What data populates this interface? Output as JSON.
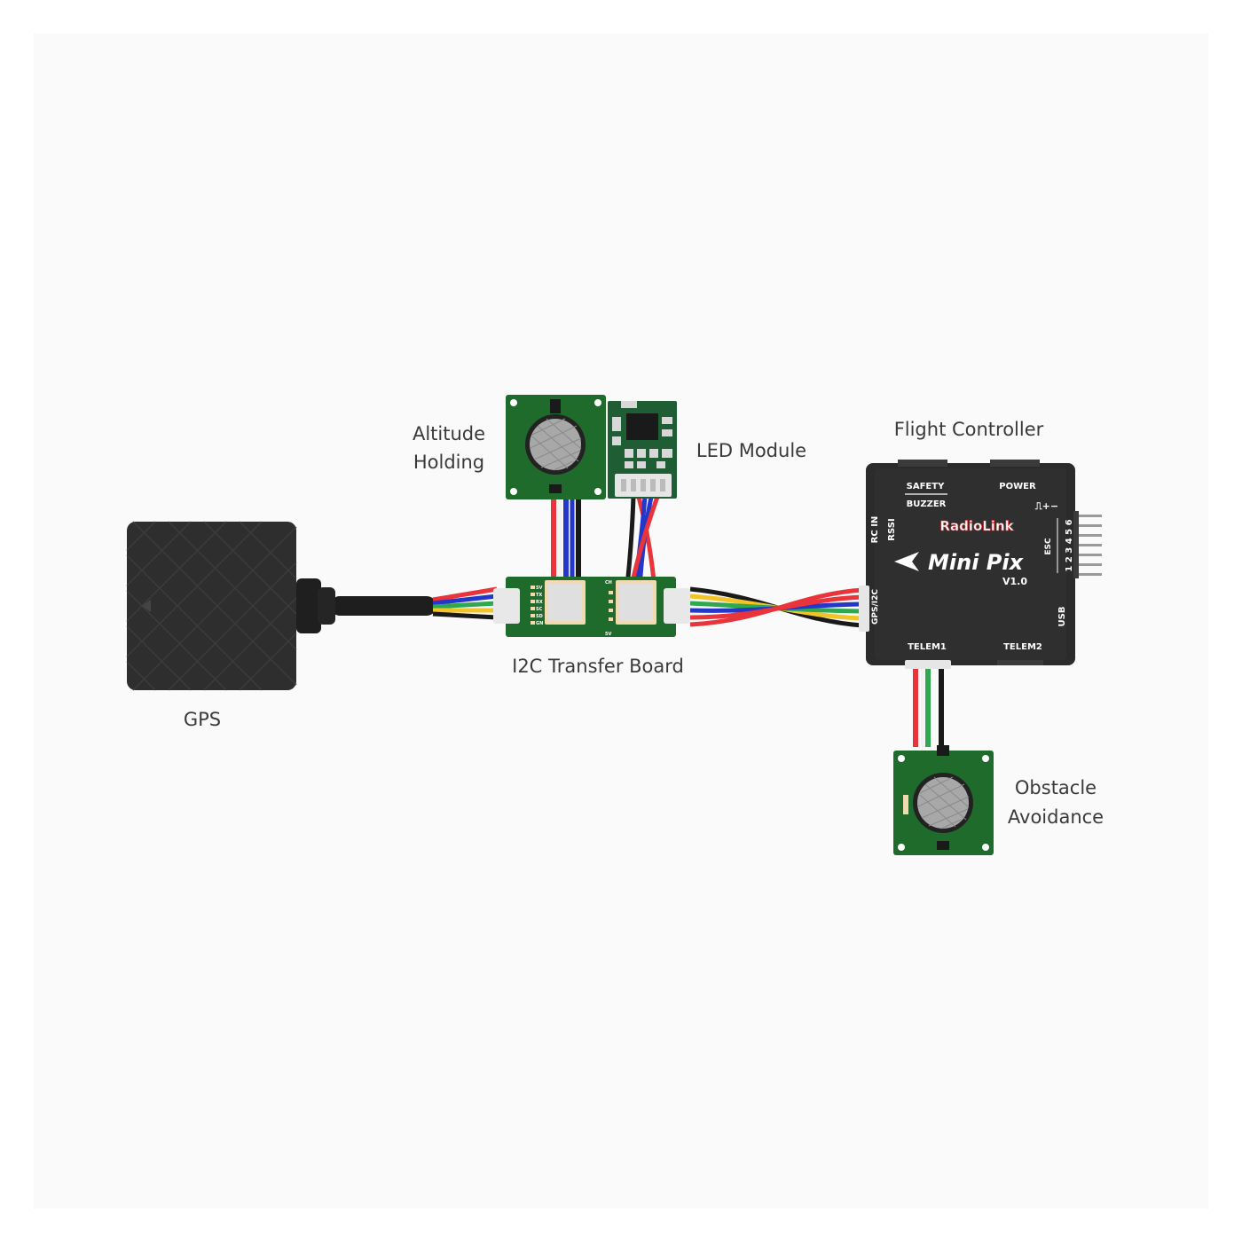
{
  "labels": {
    "gps": "GPS",
    "altitude_line1": "Altitude",
    "altitude_line2": "Holding",
    "led_module": "LED Module",
    "i2c_board": "I2C Transfer Board",
    "flight_controller": "Flight Controller",
    "obstacle_line1": "Obstacle",
    "obstacle_line2": "Avoidance"
  },
  "flight_controller": {
    "brand": "RadioLink",
    "model": "Mini Pix",
    "version": "V1.0",
    "ports": {
      "safety": "SAFETY",
      "buzzer": "BUZZER",
      "power": "POWER",
      "rc_in": "RC IN",
      "rssi": "RSSI",
      "esc": "ESC",
      "esc_numbers": "1 2 3 4 5 6",
      "gps_i2c": "GPS/I2C",
      "usb": "USB",
      "telem1": "TELEM1",
      "telem2": "TELEM2",
      "signal_symbols": "⎍+−"
    }
  },
  "i2c_board_pins": {
    "left": [
      "5V",
      "TX",
      "RX",
      "SC",
      "SD",
      "GN"
    ],
    "right_top": "CH",
    "right_bottom": "5V"
  },
  "colors": {
    "background": "#fafafa",
    "pcb_green": "#1f6b2c",
    "pcb_dark_green": "#164f20",
    "fc_body": "#2b2b2b",
    "gps_body": "#2e2e2e",
    "wire_red": "#e8343a",
    "wire_blue": "#2437c9",
    "wire_green": "#2fa84f",
    "wire_yellow": "#f2c428",
    "wire_black": "#1a1a1a"
  }
}
